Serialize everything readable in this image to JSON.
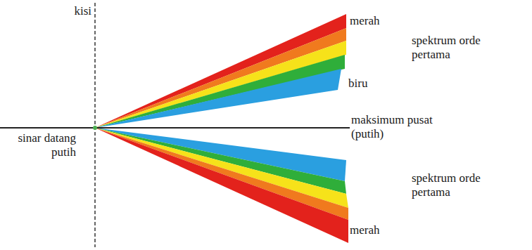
{
  "diagram": {
    "labels": [
      "kisi",
      "merah",
      "spektrum orde pertama",
      "biru",
      "maksimum pusat (putih)",
      "sinar datang putih",
      "spektrum orde pertama",
      "merah"
    ]
  }
}
